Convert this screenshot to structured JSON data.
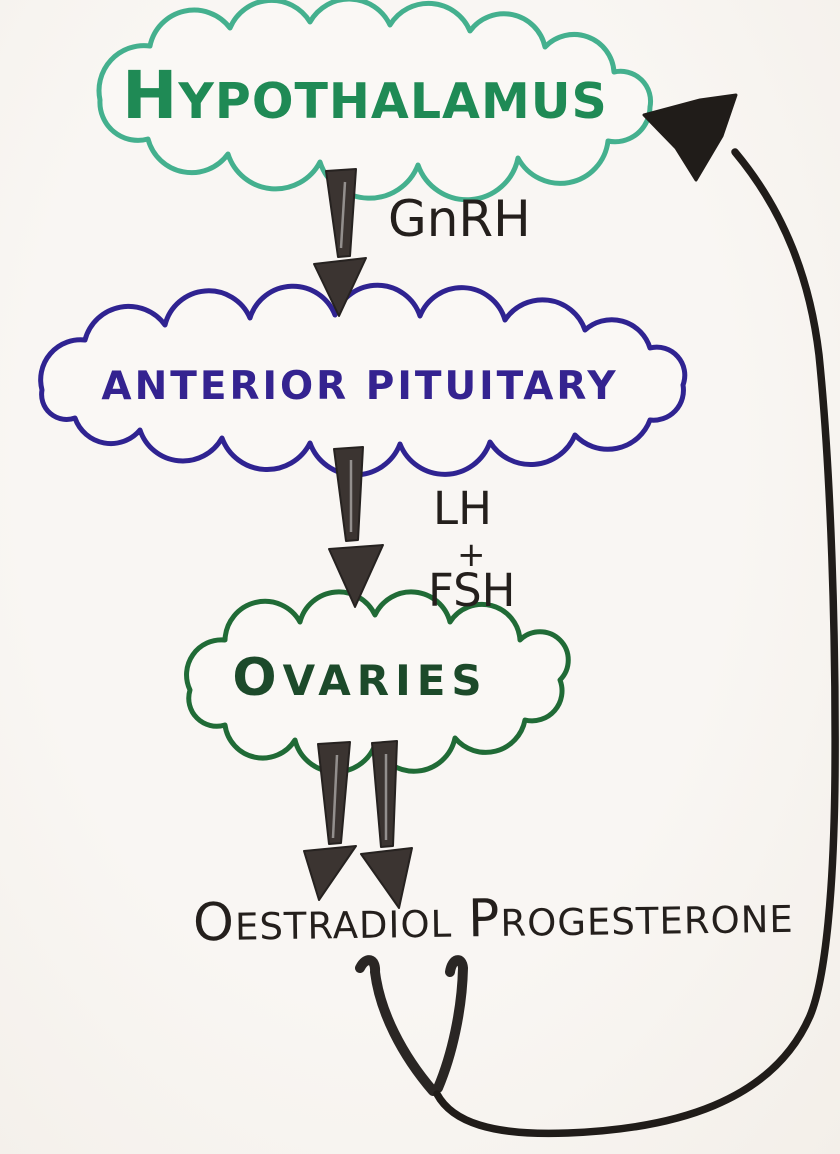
{
  "nodes": {
    "hypothalamus": {
      "label": "HYPOTHALAMUS",
      "outline_color": "#44b08e",
      "text_color": "#1f8a55",
      "shape": "cloud"
    },
    "anterior_pituitary": {
      "label": "ANTERIOR PITUITARY",
      "outline_color": "#2f2391",
      "text_color": "#342390",
      "shape": "cloud"
    },
    "ovaries": {
      "label": "OVARIES",
      "outline_color": "#206b36",
      "text_color": "#1c4a2a",
      "shape": "cloud"
    }
  },
  "labels": {
    "gnrh": "GnRH",
    "lh": "LH",
    "plus": "+",
    "fsh": "FSH",
    "oestradiol": "OESTRADIOL",
    "progesterone": "PROGESTERONE"
  },
  "edges": [
    {
      "from": "HYPOTHALAMUS",
      "to": "ANTERIOR PITUITARY",
      "label": "GnRH",
      "type": "arrow-down"
    },
    {
      "from": "ANTERIOR PITUITARY",
      "to": "OVARIES",
      "label": "LH + FSH",
      "type": "arrow-down"
    },
    {
      "from": "OVARIES",
      "to": "OESTRADIOL",
      "label": "",
      "type": "arrow-down"
    },
    {
      "from": "OVARIES",
      "to": "PROGESTERONE",
      "label": "",
      "type": "arrow-down"
    },
    {
      "from": "OESTRADIOL / PROGESTERONE",
      "to": "HYPOTHALAMUS",
      "label": "",
      "type": "feedback-loop"
    }
  ],
  "colors": {
    "paper": "#f6f3ef",
    "ink": "#241f1c",
    "arrow_fill": "#3b3431"
  }
}
